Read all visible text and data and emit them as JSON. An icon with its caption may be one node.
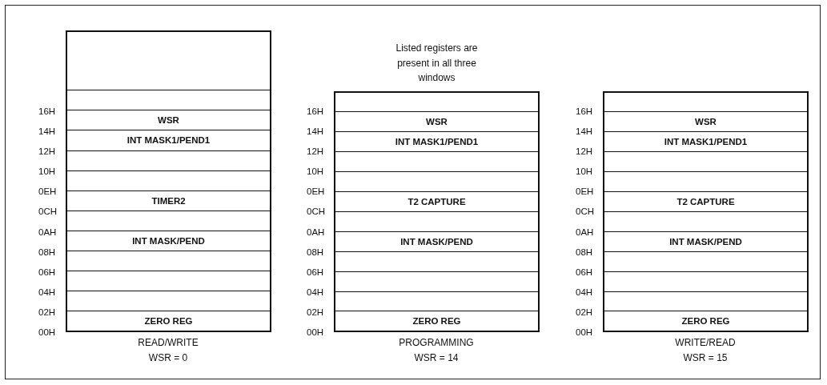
{
  "diagram": {
    "nodes": [
      {
        "text": [],
        "shape": "box",
        "beside": [
          "READ/WRITE",
          "WSR = 0"
        ]
      },
      {
        "text": [],
        "shape": "box",
        "in": 0
      },
      {
        "text": [],
        "shape": "box",
        "in": 0
      },
      {
        "text": [
          "WSR"
        ],
        "in": 0
      },
      {
        "text": [
          "INT MASK1/PEND1"
        ],
        "in": 0
      },
      {
        "text": [],
        "shape": "box",
        "in": 0
      },
      {
        "text": [],
        "shape": "box",
        "in": 0
      },
      {
        "text": [
          "TIMER2"
        ],
        "in": 0
      },
      {
        "text": [],
        "shape": "box",
        "in": 0
      },
      {
        "text": [
          "INT MASK/PEND"
        ],
        "in": 0
      },
      {
        "text": [],
        "shape": "box",
        "in": 0
      },
      {
        "text": [],
        "shape": "box",
        "in": 0
      },
      {
        "text": [],
        "shape": "box",
        "in": 0
      },
      {
        "text": [
          "ZERO REG"
        ],
        "in": 0
      },
      {
        "text": [],
        "shape": "box",
        "beside": [
          "PROGRAMMING",
          "WSR = 14"
        ]
      },
      {
        "text": [],
        "shape": "box",
        "in": 14
      },
      {
        "text": [
          "WSR"
        ],
        "in": 14
      },
      {
        "text": [
          "INT MASK1/PEND1"
        ],
        "in": 14
      },
      {
        "text": [],
        "shape": "box",
        "in": 14
      },
      {
        "text": [],
        "shape": "box",
        "in": 14
      },
      {
        "text": [
          "T2 CAPTURE"
        ],
        "in": 14
      },
      {
        "text": [],
        "shape": "box",
        "in": 14
      },
      {
        "text": [
          "INT MASK/PEND"
        ],
        "in": 14
      },
      {
        "text": [],
        "shape": "box",
        "in": 14
      },
      {
        "text": [],
        "shape": "box",
        "in": 14
      },
      {
        "text": [],
        "shape": "box",
        "in": 14
      },
      {
        "text": [
          "ZERO REG"
        ],
        "in": 14
      },
      {
        "text": [],
        "shape": "box",
        "beside": [
          "WRITE/READ",
          "WSR = 15"
        ]
      },
      {
        "text": [],
        "shape": "box",
        "in": 27
      },
      {
        "text": [
          "WSR"
        ],
        "in": 27
      },
      {
        "text": [
          "INT MASK1/PEND1"
        ],
        "in": 27
      },
      {
        "text": [],
        "shape": "box",
        "in": 27
      },
      {
        "text": [],
        "shape": "box",
        "in": 27
      },
      {
        "text": [
          "T2 CAPTURE"
        ],
        "in": 27
      },
      {
        "text": [],
        "shape": "box",
        "in": 27
      },
      {
        "text": [
          "INT MASK/PEND"
        ],
        "in": 27
      },
      {
        "text": [],
        "shape": "box",
        "in": 27
      },
      {
        "text": [],
        "shape": "box",
        "in": 27
      },
      {
        "text": [],
        "shape": "box",
        "in": 27
      },
      {
        "text": [
          "ZERO REG"
        ],
        "in": 27
      }
    ],
    "edges": [],
    "labels": [
      "Listed registers are present in all three windows",
      "16H",
      "14H",
      "12H",
      "10H",
      "0EH",
      "0CH",
      "0AH",
      "08H",
      "06H",
      "04H",
      "02H",
      "00H",
      "16H",
      "14H",
      "12H",
      "10H",
      "0EH",
      "0CH",
      "0AH",
      "08H",
      "06H",
      "04H",
      "02H",
      "00H",
      "16H",
      "14H",
      "12H",
      "10H",
      "0EH",
      "0CH",
      "0AH",
      "08H",
      "06H",
      "04H",
      "02H",
      "00H"
    ]
  }
}
